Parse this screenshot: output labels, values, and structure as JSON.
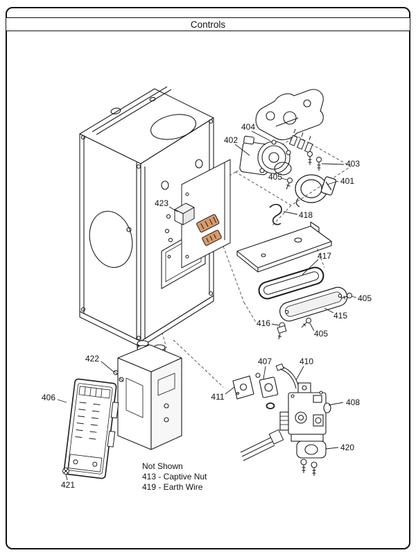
{
  "title": "Controls",
  "callouts": {
    "c404": "404",
    "c402": "402",
    "c403": "403",
    "c401": "401",
    "c405a": "405",
    "c418": "418",
    "c423": "423",
    "c417": "417",
    "c405b": "405",
    "c415": "415",
    "c416": "416",
    "c405c": "405",
    "c422": "422",
    "c407": "407",
    "c410": "410",
    "c411": "411",
    "c406": "406",
    "c408": "408",
    "c420": "420",
    "c421": "421"
  },
  "not_shown": {
    "heading": "Not Shown",
    "line1": "413 - Captive Nut",
    "line2": "419 - Earth Wire"
  },
  "colors": {
    "line": "#1a1a1a",
    "terminal_block": "#d89a6a"
  }
}
